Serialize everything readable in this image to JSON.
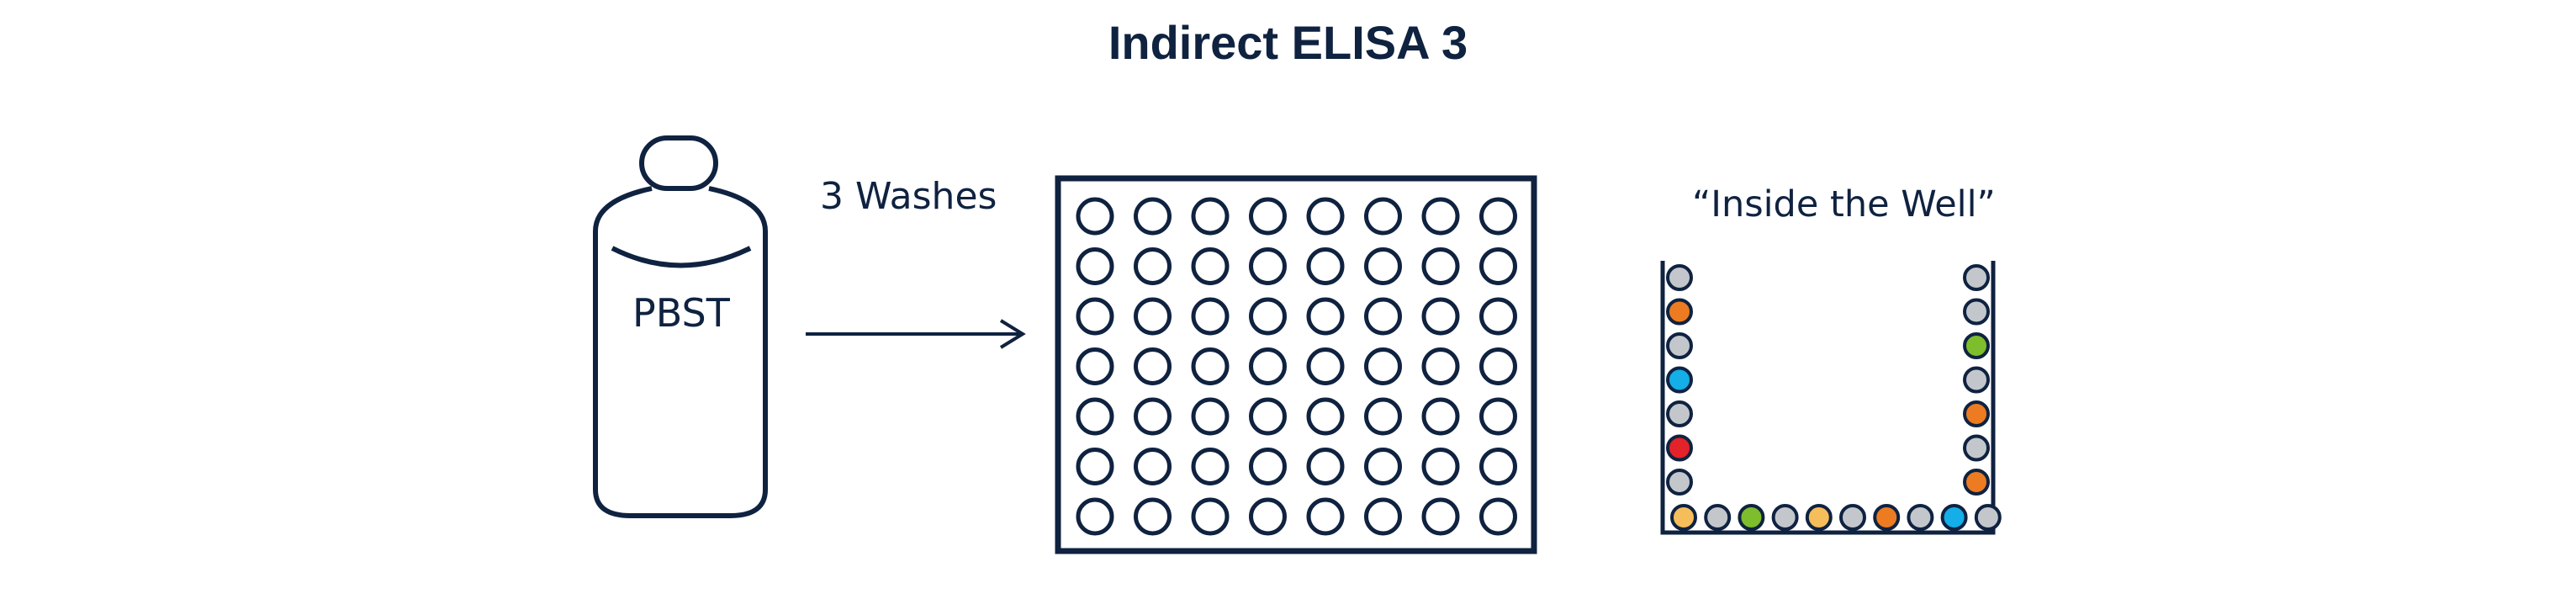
{
  "title": "Indirect ELISA 3",
  "bottle": {
    "label": "PBST"
  },
  "arrow": {
    "label": "3 Washes"
  },
  "plate": {
    "rows": 7,
    "cols": 8
  },
  "well": {
    "label": "“Inside the Well”",
    "left_wall": [
      "gray",
      "orange",
      "gray",
      "blue",
      "gray",
      "red",
      "gray"
    ],
    "right_wall": [
      "gray",
      "gray",
      "green",
      "gray",
      "orange",
      "gray",
      "orange"
    ],
    "bottom": [
      "yellow",
      "gray",
      "green",
      "gray",
      "yellow",
      "gray",
      "orange",
      "gray",
      "blue",
      "gray"
    ]
  },
  "colors": {
    "ink": "#0f2240",
    "gray": "#c3c7cc",
    "orange": "#ec7b22",
    "blue": "#14aee8",
    "red": "#e3222a",
    "green": "#7ebd2b",
    "yellow": "#f6bd5b"
  }
}
